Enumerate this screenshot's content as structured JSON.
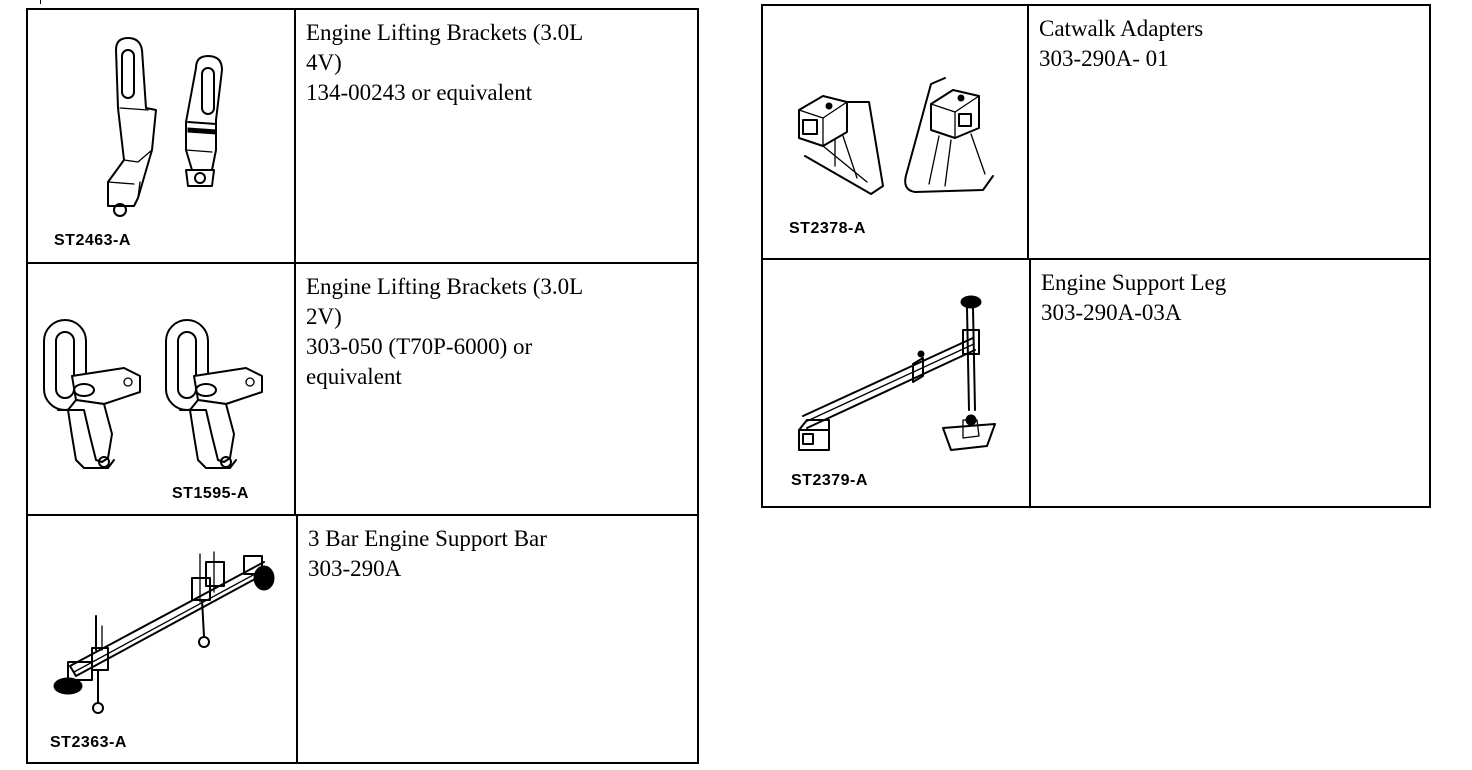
{
  "left_table": {
    "rows": [
      {
        "code": "ST2463-A",
        "lines": [
          "Engine Lifting Brackets (3.0L",
          "4V)",
          "134-00243 or equivalent"
        ]
      },
      {
        "code": "ST1595-A",
        "lines": [
          "Engine Lifting Brackets (3.0L",
          "2V)",
          "303-050 (T70P-6000) or",
          "equivalent"
        ]
      },
      {
        "code": "ST2363-A",
        "lines": [
          "3 Bar Engine Support Bar",
          "303-290A"
        ]
      }
    ]
  },
  "right_table": {
    "rows": [
      {
        "code": "ST2378-A",
        "lines": [
          "Catwalk Adapters",
          "303-290A- 01"
        ]
      },
      {
        "code": "ST2379-A",
        "lines": [
          "Engine Support Leg",
          "303-290A-03A"
        ]
      }
    ]
  },
  "icons": [
    "lifting-bracket-4v-illustration",
    "lifting-bracket-2v-illustration",
    "support-bar-illustration",
    "catwalk-adapter-illustration",
    "support-leg-illustration"
  ]
}
